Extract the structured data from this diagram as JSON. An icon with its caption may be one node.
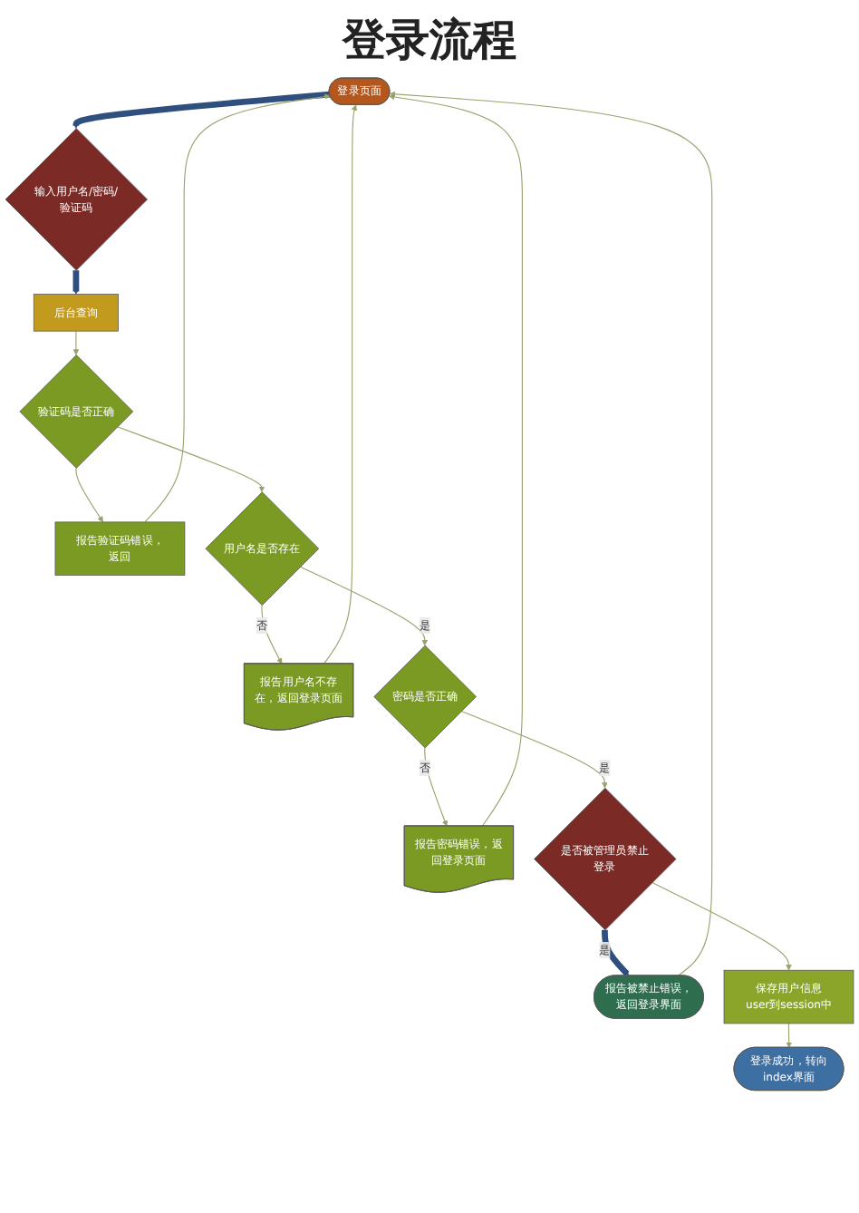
{
  "diagram": {
    "title": "登录流程",
    "nodes": [
      {
        "text": [
          "登录页面"
        ]
      },
      {
        "text": [
          "输入用户名/密码/验证码"
        ]
      },
      {
        "text": [
          "后台查询"
        ]
      },
      {
        "text": [
          "验证码是否正确"
        ]
      },
      {
        "text": [
          "报告验证码错误，返回"
        ]
      },
      {
        "text": [
          "用户名是否存在"
        ]
      },
      {
        "text": [
          "报告用户名不存在，返回登录页面"
        ]
      },
      {
        "text": [
          "密码是否正确"
        ]
      },
      {
        "text": [
          "报告密码错误，返回登录页面"
        ]
      },
      {
        "text": [
          "是否被管理员禁止登录"
        ]
      },
      {
        "text": [
          "报告被禁止错误，返回登录界面"
        ]
      },
      {
        "text": [
          "保存用户信息user到session中"
        ]
      },
      {
        "text": [
          "登录成功，转向index界面"
        ]
      }
    ],
    "edges": [
      {
        "from": 0,
        "to": 1,
        "arrow": "to",
        "style": "thick",
        "color": "#2f4f7f"
      },
      {
        "from": 1,
        "to": 2,
        "arrow": "to",
        "style": "thick",
        "color": "#2f4f7f"
      },
      {
        "from": 2,
        "to": 3,
        "arrow": "to"
      },
      {
        "from": 3,
        "to": 4,
        "arrow": "to"
      },
      {
        "from": 4,
        "to": 0,
        "arrow": "to"
      },
      {
        "from": 3,
        "to": 5,
        "arrow": "to"
      },
      {
        "from": 5,
        "to": 6,
        "arrow": "to",
        "label": "否"
      },
      {
        "from": 6,
        "to": 0,
        "arrow": "to"
      },
      {
        "from": 5,
        "to": 7,
        "arrow": "to",
        "label": "是"
      },
      {
        "from": 7,
        "to": 8,
        "arrow": "to",
        "label": "否"
      },
      {
        "from": 8,
        "to": 0,
        "arrow": "to"
      },
      {
        "from": 7,
        "to": 9,
        "arrow": "to",
        "label": "是"
      },
      {
        "from": 9,
        "to": 10,
        "arrow": "to",
        "label": "是",
        "style": "thick",
        "color": "#2f4f7f"
      },
      {
        "from": 10,
        "to": 0,
        "arrow": "to"
      },
      {
        "from": 9,
        "to": 11,
        "arrow": "to"
      },
      {
        "from": 11,
        "to": 12,
        "arrow": "to"
      }
    ]
  }
}
